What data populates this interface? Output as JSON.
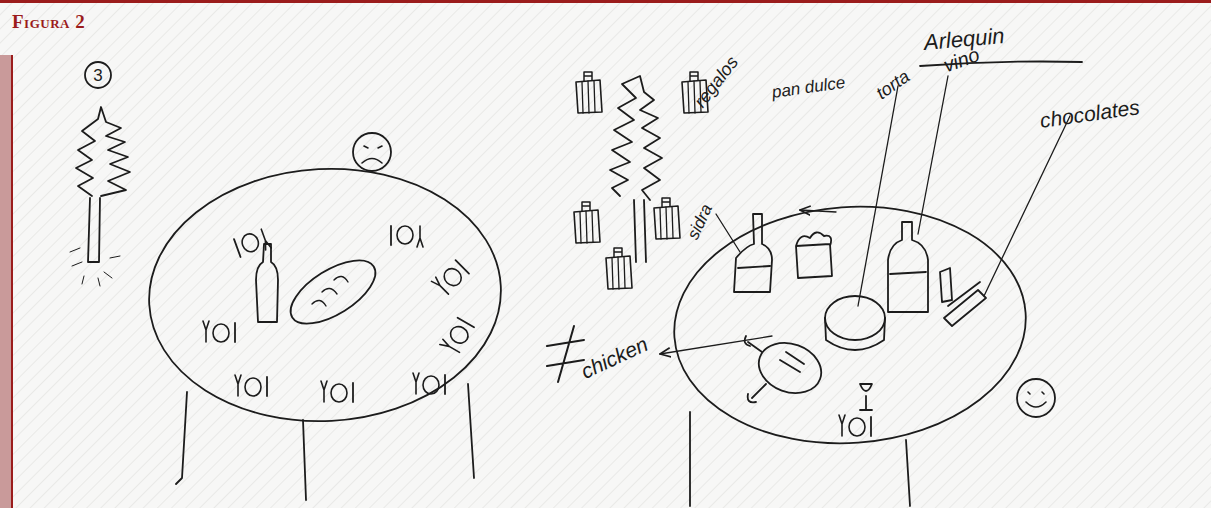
{
  "diagram": {
    "title": "Figura 2",
    "nodes": [
      {
        "text": [
          "3"
        ]
      }
    ],
    "labels": [
      "Arlequin",
      "regalos",
      "pan dulce",
      "torta",
      "vino",
      "sidra",
      "chocolates",
      "≠",
      "chicken"
    ]
  }
}
